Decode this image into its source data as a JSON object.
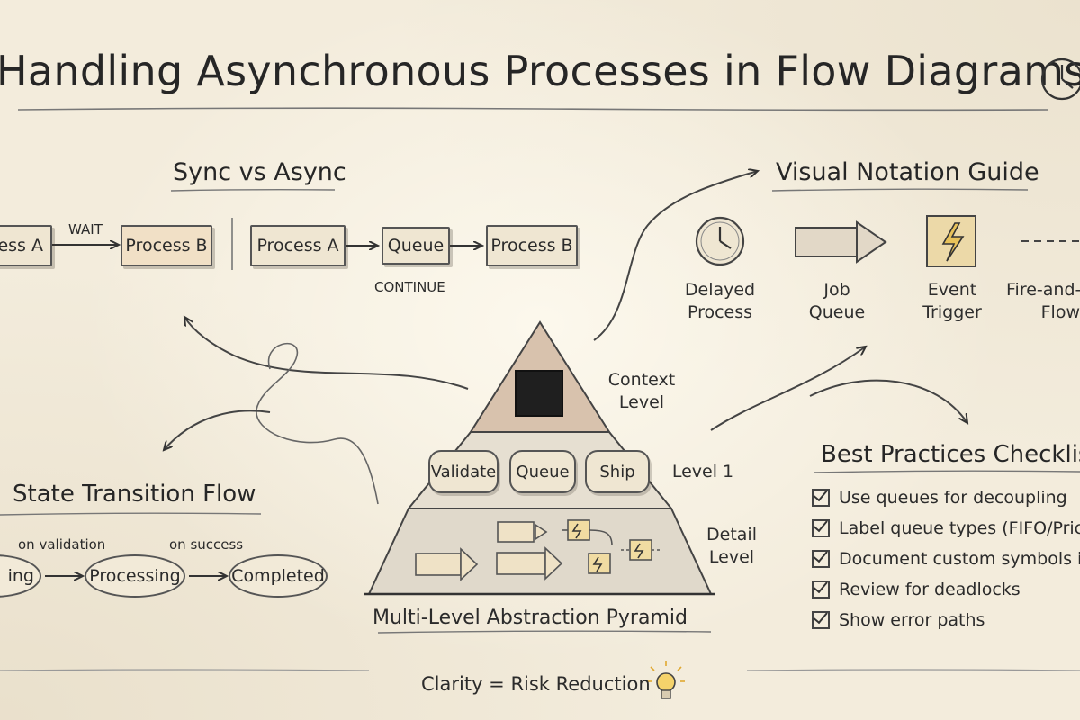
{
  "title": "Handling Asynchronous Processes in Flow Diagrams",
  "sync_vs_async": {
    "heading": "Sync vs Async",
    "sync": {
      "from": "Process A",
      "to": "Process B",
      "arrow_label": "WAIT"
    },
    "async": {
      "from": "Process A",
      "middle": "Queue",
      "to": "Process B",
      "under_label": "CONTINUE"
    }
  },
  "notation_guide": {
    "heading": "Visual Notation Guide",
    "items": [
      {
        "icon": "clock-icon",
        "line1": "Delayed",
        "line2": "Process"
      },
      {
        "icon": "queue-arrow-icon",
        "line1": "Job",
        "line2": "Queue"
      },
      {
        "icon": "lightning-icon",
        "line1": "Event",
        "line2": "Trigger"
      },
      {
        "icon": "dashed-line-icon",
        "line1": "Fire-and-",
        "line2": "Flow"
      }
    ]
  },
  "pyramid": {
    "caption": "Multi-Level Abstraction Pyramid",
    "context_label": "Context\nLevel",
    "level1_label": "Level 1",
    "detail_label": "Detail\nLevel",
    "level1_steps": [
      "Validate",
      "Queue",
      "Ship"
    ]
  },
  "state_flow": {
    "heading": "State Transition Flow",
    "states": [
      "ing",
      "Processing",
      "Completed"
    ],
    "transitions": [
      "on validation",
      "on success"
    ]
  },
  "checklist": {
    "heading": "Best Practices Checklis",
    "items": [
      "Use queues for decoupling",
      "Label queue types (FIFO/Pric",
      "Document custom symbols in",
      "Review for deadlocks",
      "Show error paths"
    ]
  },
  "footer": {
    "text": "Clarity = Risk Reduction",
    "icon": "lightbulb-icon"
  },
  "colors": {
    "paper": "#f3ecdc",
    "ink": "#2b2b2b",
    "pyramid_top": "#d8c2ad",
    "pyramid_fill": "#e4ddcf",
    "trigger_fill": "#ecd9a8"
  }
}
